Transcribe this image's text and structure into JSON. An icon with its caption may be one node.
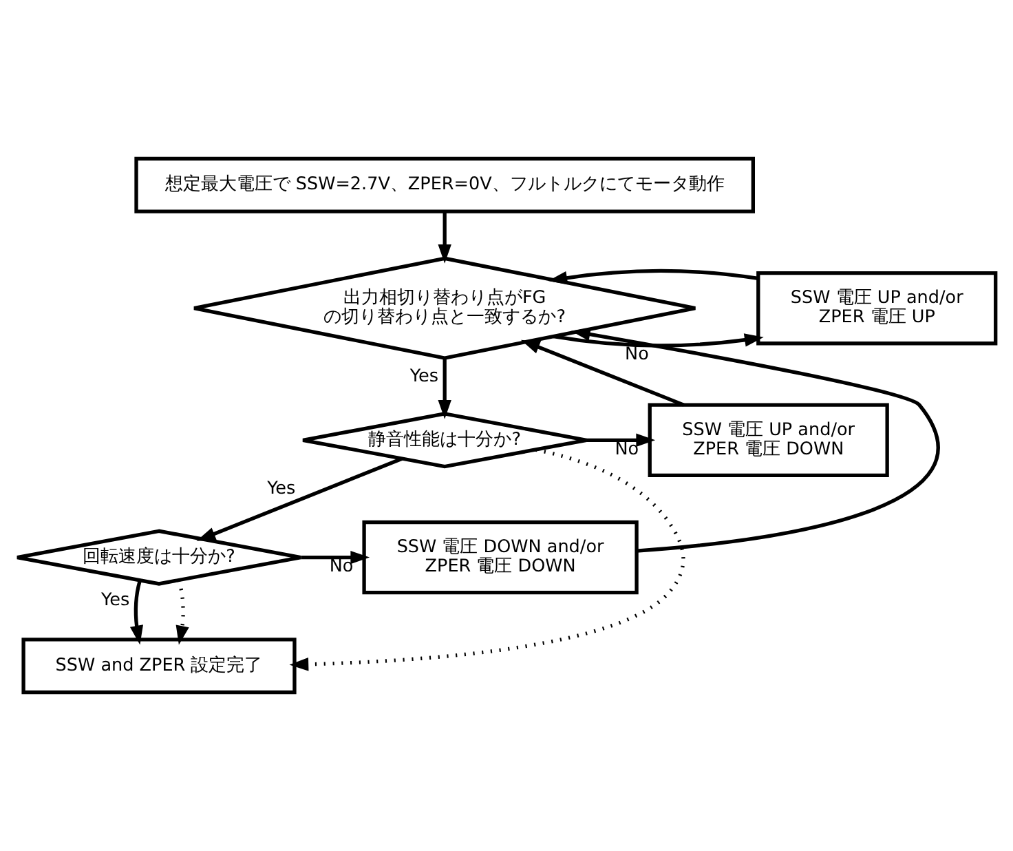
{
  "diagram": {
    "nodes": [
      {
        "text": [
          "想定最大電圧で SSW=2.7V、ZPER=0V、フルトルクにてモータ動作"
        ]
      },
      {
        "text": [
          "出力相切り替わり点がFG の切り替わり点と一致するか?"
        ]
      },
      {
        "text": [
          "SSW 電圧 UP and/or ZPER 電圧 UP"
        ]
      },
      {
        "text": [
          "静音性能は十分か?"
        ]
      },
      {
        "text": [
          "SSW 電圧 UP and/or ZPER 電圧 DOWN"
        ]
      },
      {
        "text": [
          "回転速度は十分か?"
        ]
      },
      {
        "text": [
          "SSW 電圧 DOWN and/or ZPER 電圧 DOWN"
        ]
      },
      {
        "text": [
          "SSW and ZPER 設定完了"
        ]
      }
    ],
    "edges": [
      {
        "from": 0,
        "to": 1,
        "arrow": "to"
      },
      {
        "from": 1,
        "to": 2,
        "arrow": "to",
        "label": "No"
      },
      {
        "from": 1,
        "to": 3,
        "arrow": "to",
        "label": "Yes"
      },
      {
        "from": 3,
        "to": 4,
        "arrow": "to",
        "label": "No"
      },
      {
        "from": 3,
        "to": 5,
        "arrow": "to",
        "label": "Yes"
      },
      {
        "from": 5,
        "to": 6,
        "arrow": "to",
        "label": "No"
      },
      {
        "from": 5,
        "to": 7,
        "arrow": "to",
        "label": "Yes"
      },
      {
        "from": 2,
        "to": 1,
        "arrow": "to"
      },
      {
        "from": 4,
        "to": 1,
        "arrow": "to"
      },
      {
        "from": 6,
        "to": 1,
        "arrow": "to"
      },
      {
        "from": 3,
        "to": 7,
        "arrow": "to",
        "style": "dashed"
      },
      {
        "from": 5,
        "to": 7,
        "arrow": "to",
        "style": "dashed"
      }
    ]
  }
}
